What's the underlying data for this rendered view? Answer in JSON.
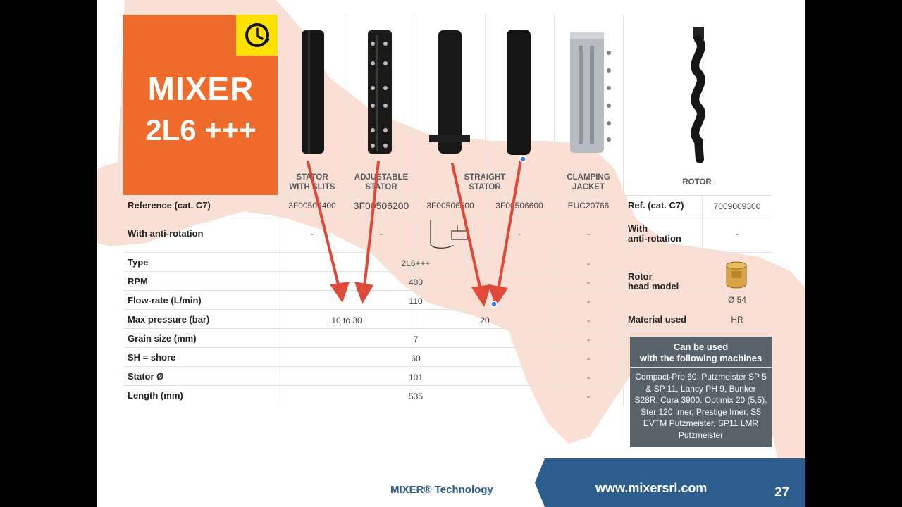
{
  "brand": {
    "title_line1": "MIXER",
    "title_line2": "2L6 +++",
    "badge_icon": "clock-history-icon",
    "accent_color": "#ee6b2b",
    "badge_color": "#ffe100"
  },
  "products": {
    "headers": [
      {
        "id": "stator-with-slits",
        "label": "STATOR\nWITH SLITS"
      },
      {
        "id": "adjustable-stator",
        "label": "ADJUSTABLE\nSTATOR"
      },
      {
        "id": "straight-stator",
        "label": "STRAIGHT\nSTATOR"
      },
      {
        "id": "clamping-jacket",
        "label": "CLAMPING\nJACKET"
      },
      {
        "id": "rotor",
        "label": "ROTOR"
      }
    ]
  },
  "table": {
    "reference_label": "Reference (cat. C7)",
    "references": [
      "3F00506400",
      "3F00506200",
      "3F00506500",
      "3F00506600",
      "EUC20766"
    ],
    "anti_rotation_label": "With anti-rotation",
    "anti_rotation_values": [
      "-",
      "-",
      "-",
      "-"
    ],
    "type_label": "Type",
    "type_value": "2L6+++",
    "type_jacket": "-",
    "rpm_label": "RPM",
    "rpm_value": "400",
    "rpm_jacket": "-",
    "flow_label": "Flow-rate (L/min)",
    "flow_value": "110",
    "flow_jacket": "-",
    "pressure_label": "Max pressure (bar)",
    "pressure_value_a": "10 to 30",
    "pressure_value_b": "20",
    "pressure_jacket": "-",
    "grain_label": "Grain size (mm)",
    "grain_value": "7",
    "grain_jacket": "-",
    "shore_label": "SH = shore",
    "shore_value": "60",
    "shore_jacket": "-",
    "stator_d_label": "Stator Ø",
    "stator_d_value": "101",
    "stator_d_jacket": "-",
    "length_label": "Length (mm)",
    "length_value": "535",
    "length_jacket": "-"
  },
  "rotor": {
    "ref_label": "Ref. (cat. C7)",
    "ref_value": "7009009300",
    "anti_rotation_label": "With\nanti-rotation",
    "anti_rotation_value": "-",
    "head_label": "Rotor\nhead model",
    "head_value": "Ø 54",
    "material_label": "Material used",
    "material_value": "HR"
  },
  "machines": {
    "title": "Can be used\nwith the following machines",
    "list": "Compact-Pro 60, Putzmeister SP 5 & SP 11, Lancy PH 9, Bunker S28R, Cura 3900, Optimix 20 (5,5), Ster 120 Imer, Prestige Imer, S5 EVTM Putzmeister, SP11 LMR Putzmeister"
  },
  "footer": {
    "left": "MIXER® Technology",
    "url": "www.mixersrl.com",
    "page": "27",
    "band_color": "#2c5d8c"
  },
  "annotation": {
    "arrow_color": "#e0493a",
    "dot_color": "#2f7ee8"
  }
}
